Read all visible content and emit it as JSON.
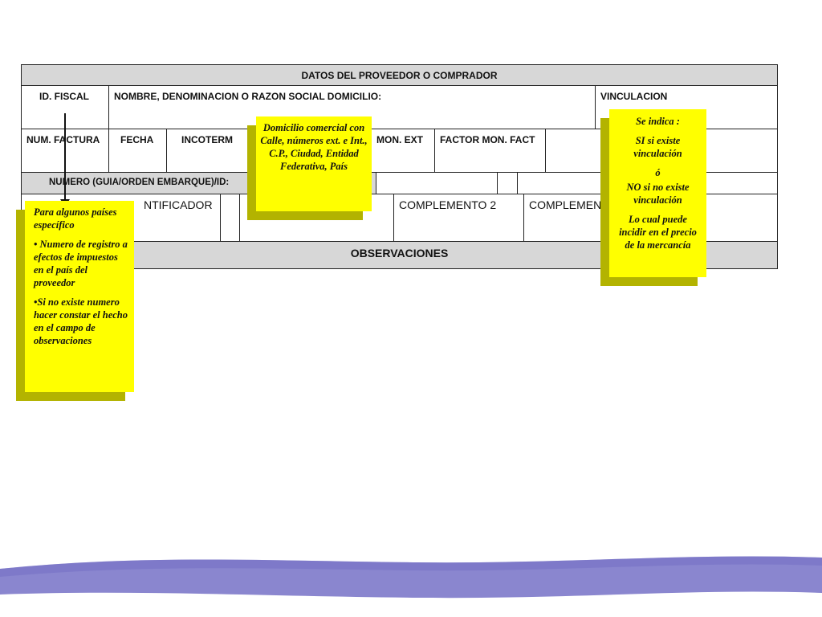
{
  "form": {
    "title": "DATOS DEL PROVEEDOR O COMPRADOR",
    "id_fiscal": "ID. FISCAL",
    "nombre": "NOMBRE, DENOMINACION O RAZON SOCIAL DOMICILIO:",
    "vinculacion": "VINCULACION",
    "num_factura": "NUM. FACTURA",
    "fecha": "FECHA",
    "incoterm": "INCOTERM",
    "mon_ext": "MON. EXT",
    "factor": "FACTOR MON. FACT",
    "numero": "NUMERO (GUIA/ORDEN EMBARQUE)/ID:",
    "identificador": "NTIFICADOR",
    "complemento2": "COMPLEMENTO 2",
    "complemento3": "COMPLEMEN",
    "observaciones": "OBSERVACIONES"
  },
  "notes": {
    "domicilio": "Domicilio comercial con Calle, números ext. e Int., C.P., Ciudad, Entidad Federativa, País",
    "vinc_1": "Se indica :",
    "vinc_2": "SI si existe vinculación",
    "vinc_3": "ó",
    "vinc_4": "NO si no existe vinculación",
    "vinc_5": "Lo cual puede incidir en el precio de la mercancía",
    "id_1": "Para algunos países específico",
    "id_2": "• Numero de registro a efectos de impuestos en el país del proveedor",
    "id_3": "•Si no existe numero hacer constar el hecho en el campo de observaciones"
  },
  "colors": {
    "note_yellow": "#ffff00",
    "note_shadow": "#b3b300",
    "header_gray": "#d7d7d7",
    "wave_purple": "#8a86cf"
  }
}
